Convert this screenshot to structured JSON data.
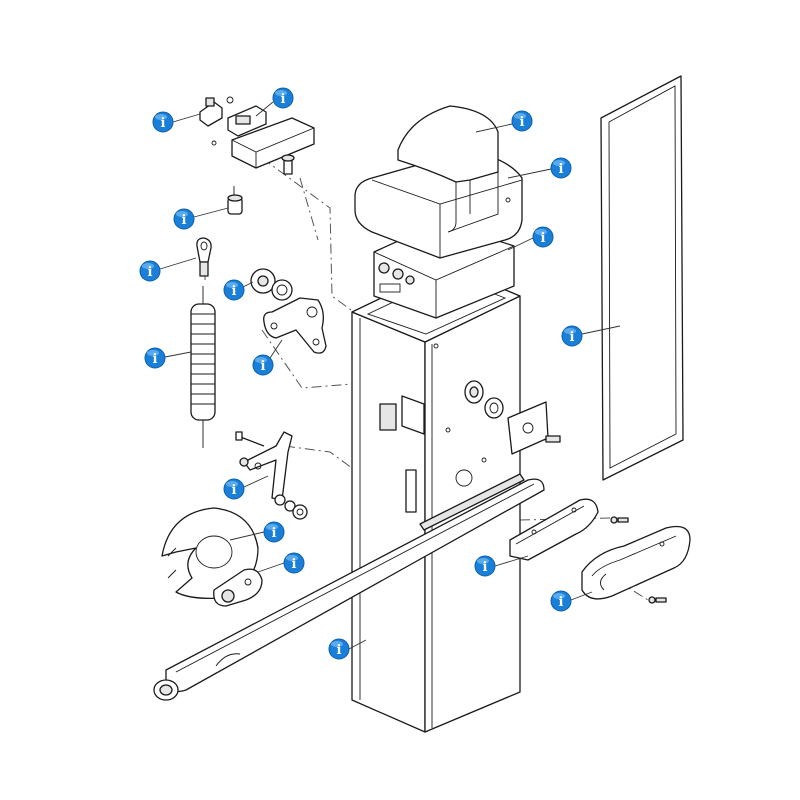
{
  "diagram": {
    "hotspot_glyph": "i",
    "hotspot_color": "#1a7fd9",
    "hotspot_icon": "info-icon",
    "line_color": "#1a1a1a",
    "parts": [
      {
        "id": "limit-switch-assembly"
      },
      {
        "id": "switch-mounting-plate"
      },
      {
        "id": "spring-adjuster"
      },
      {
        "id": "spring-rod-end"
      },
      {
        "id": "balance-spring"
      },
      {
        "id": "motor-cover"
      },
      {
        "id": "cover-side"
      },
      {
        "id": "control-board"
      },
      {
        "id": "transmission-lever"
      },
      {
        "id": "lever-washer"
      },
      {
        "id": "inspection-door"
      },
      {
        "id": "pivot-rod-assembly"
      },
      {
        "id": "disc-guard"
      },
      {
        "id": "arm-clamp"
      },
      {
        "id": "boom-holder-bracket"
      },
      {
        "id": "boom-holder-cover"
      },
      {
        "id": "cabinet"
      }
    ]
  }
}
